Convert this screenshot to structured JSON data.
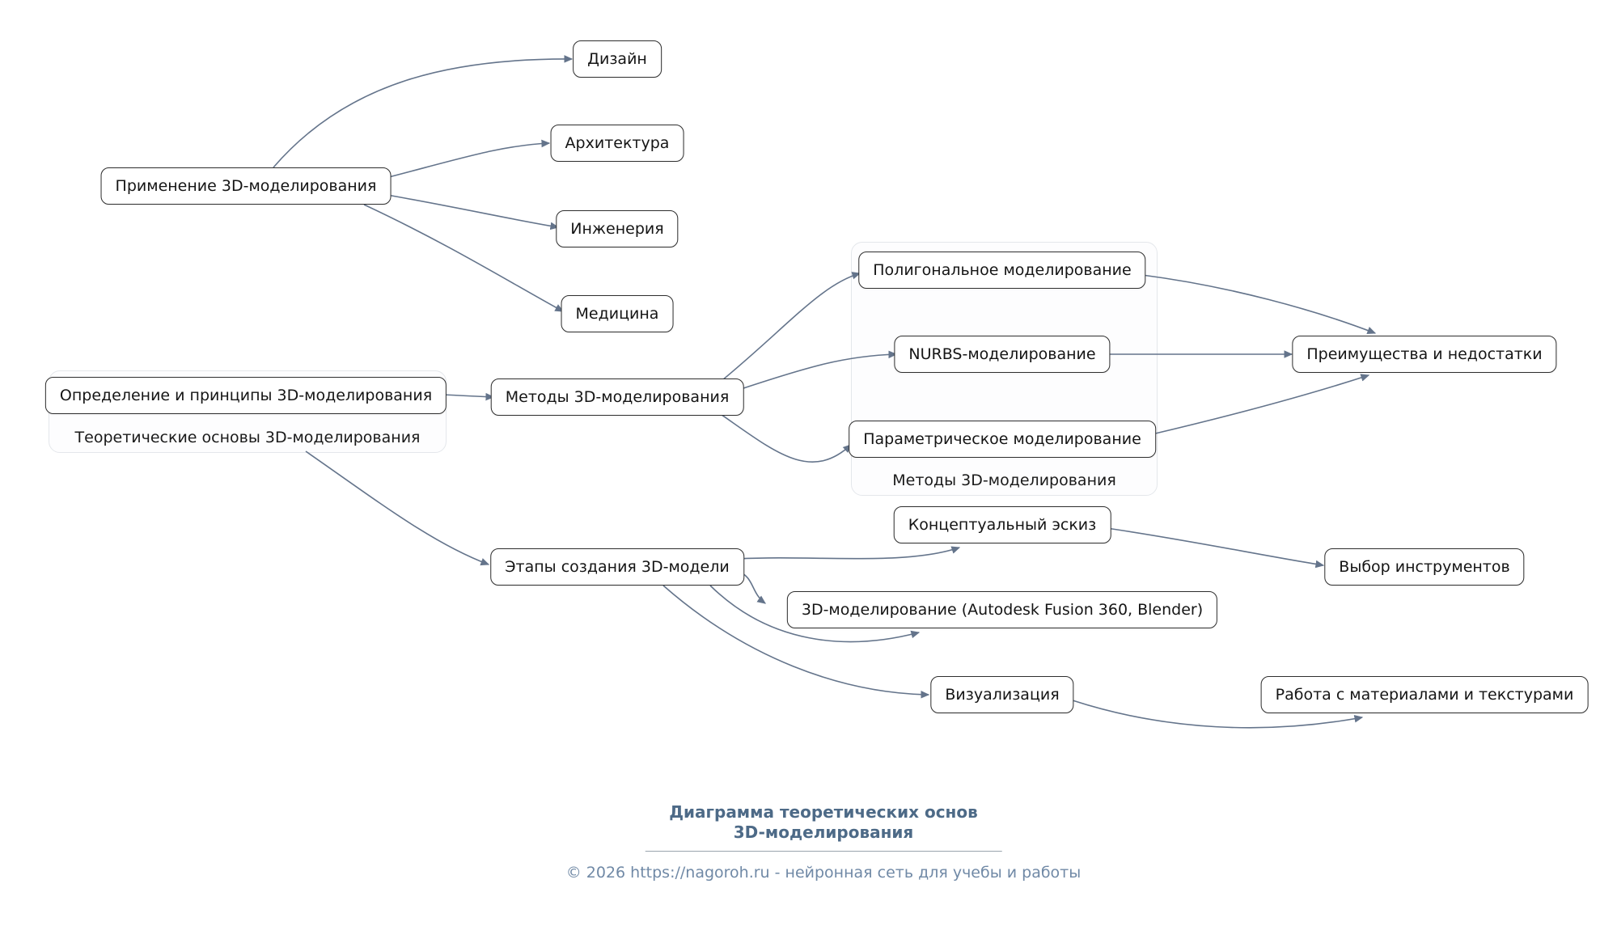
{
  "diagram": {
    "nodes": {
      "application": {
        "label": "Применение 3D-моделирования"
      },
      "design": {
        "label": "Дизайн"
      },
      "architecture": {
        "label": "Архитектура"
      },
      "engineering": {
        "label": "Инженерия"
      },
      "medicine": {
        "label": "Медицина"
      },
      "definition": {
        "label": "Определение и принципы 3D-моделирования"
      },
      "methods": {
        "label": "Методы 3D-моделирования"
      },
      "polygonal": {
        "label": "Полигональное моделирование"
      },
      "nurbs": {
        "label": "NURBS-моделирование"
      },
      "parametric": {
        "label": "Параметрическое моделирование"
      },
      "pros_cons": {
        "label": "Преимущества и недостатки"
      },
      "stages": {
        "label": "Этапы создания 3D-модели"
      },
      "concept_sketch": {
        "label": "Концептуальный эскиз"
      },
      "modeling_tools": {
        "label": "3D-моделирование (Autodesk Fusion 360, Blender)"
      },
      "visualization": {
        "label": "Визуализация"
      },
      "tool_choice": {
        "label": "Выбор инструментов"
      },
      "materials": {
        "label": "Работа с материалами и текстурами"
      }
    },
    "groups": {
      "theory": {
        "label": "Теоретические основы 3D-моделирования"
      },
      "methods_group": {
        "label": "Методы 3D-моделирования"
      }
    },
    "edges": [
      {
        "from": "application",
        "to": "design"
      },
      {
        "from": "application",
        "to": "architecture"
      },
      {
        "from": "application",
        "to": "engineering"
      },
      {
        "from": "application",
        "to": "medicine"
      },
      {
        "from": "definition",
        "to": "methods"
      },
      {
        "from": "methods",
        "to": "polygonal"
      },
      {
        "from": "methods",
        "to": "nurbs"
      },
      {
        "from": "methods",
        "to": "parametric"
      },
      {
        "from": "polygonal",
        "to": "pros_cons"
      },
      {
        "from": "nurbs",
        "to": "pros_cons"
      },
      {
        "from": "parametric",
        "to": "pros_cons"
      },
      {
        "from": "theory",
        "to": "stages"
      },
      {
        "from": "stages",
        "to": "concept_sketch"
      },
      {
        "from": "stages",
        "to": "modeling_tools"
      },
      {
        "from": "stages",
        "to": "modeling_tools"
      },
      {
        "from": "stages",
        "to": "visualization"
      },
      {
        "from": "concept_sketch",
        "to": "tool_choice"
      },
      {
        "from": "visualization",
        "to": "materials"
      }
    ]
  },
  "footer": {
    "title_line1": "Диаграмма теоретических основ",
    "title_line2": "3D-моделирования",
    "copyright": "© 2026 https://nagoroh.ru - нейронная сеть для учебы и работы"
  },
  "colors": {
    "edge": "#64748b",
    "node_border": "#2e2e2e",
    "group_border": "#e4e7eb",
    "footer_title": "#4d6a87",
    "footer_text": "#7089a6"
  }
}
